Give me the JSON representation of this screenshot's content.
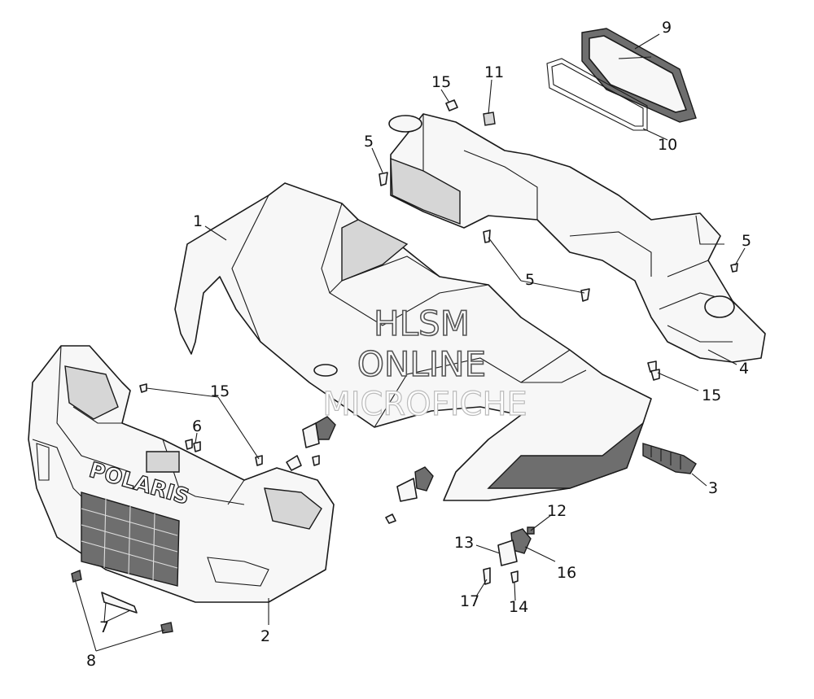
{
  "watermark": {
    "line1": "HLSM",
    "line2": "ONLINE",
    "line3": "MICROFICHE"
  },
  "brand_logo": "POLARIS",
  "callouts": {
    "c1": "1",
    "c2": "2",
    "c3": "3",
    "c4": "4",
    "c5a": "5",
    "c5b": "5",
    "c5c": "5",
    "c6": "6",
    "c7": "7",
    "c8": "8",
    "c9": "9",
    "c10": "10",
    "c11": "11",
    "c12": "12",
    "c13": "13",
    "c14": "14",
    "c15a": "15",
    "c15b": "15",
    "c15c": "15",
    "c16": "16",
    "c17": "17"
  }
}
